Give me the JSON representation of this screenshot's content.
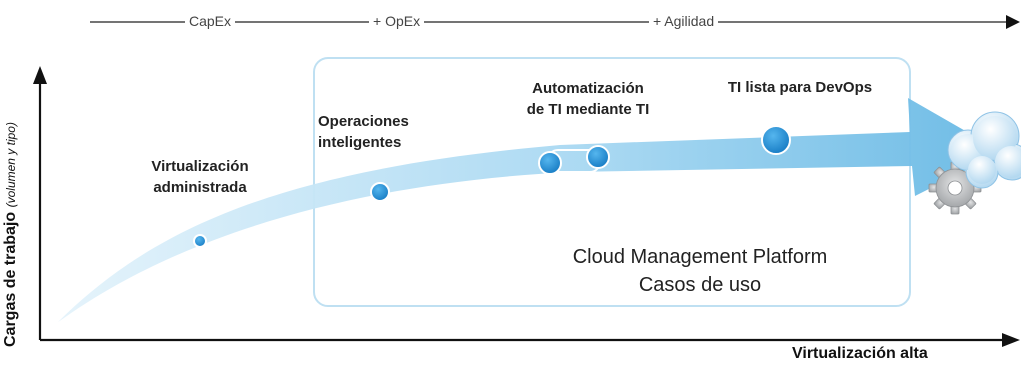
{
  "phases": [
    "CapEx",
    "+ OpEx",
    "+ Agilidad"
  ],
  "stages": {
    "virtualizacion": [
      "Virtualización",
      "administrada"
    ],
    "operaciones": [
      "Operaciones",
      "inteligentes"
    ],
    "automatizacion": [
      "Automatización",
      "de TI mediante TI"
    ],
    "devops": "TI lista para DevOps"
  },
  "platform": {
    "line1": "Cloud Management Platform",
    "line2": "Casos de uso"
  },
  "axes": {
    "x_label": "Virtualización alta",
    "y_label": "Cargas de trabajo",
    "y_sublabel": "(volumen y tipo)"
  },
  "colors": {
    "arrow_light": "#dbeef9",
    "arrow_dark": "#6fbde6",
    "box_border": "#bfe0f2",
    "dot": "#1d8fd5",
    "dot_ring": "#ffffff",
    "axis": "#111111",
    "cloud": "#d6ecf9",
    "gear": "#b5b8bb"
  },
  "icons": [
    "cloud-icon",
    "gear-icon"
  ]
}
